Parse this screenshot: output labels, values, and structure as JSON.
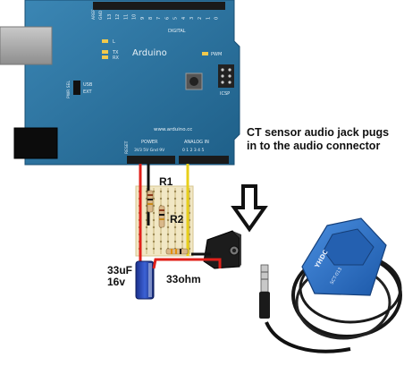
{
  "board": {
    "brand": "Arduino",
    "url": "www.arduino.cc",
    "aref": "AREF",
    "gnd": "GND",
    "digital": "DIGITAL",
    "digital_pins": [
      "13",
      "12",
      "11",
      "10",
      "9",
      "8",
      "7",
      "6",
      "5",
      "4",
      "3",
      "2",
      "1",
      "0"
    ],
    "tx": "TX",
    "rx": "RX",
    "pwm": "PWM",
    "led_l": "L",
    "icsp": "ICSP",
    "usb": "USB",
    "ext": "EXT",
    "pwr_sel": "PWR SEL",
    "reset": "RESET",
    "power": "POWER",
    "power_pins": "3V3 5V Gnd 9V",
    "analog": "ANALOG IN",
    "analog_pins": "0 1 2 3 4 5"
  },
  "labels": {
    "caption": "CT sensor audio jack pugs in to the audio connector",
    "r1": "R1",
    "r2": "R2",
    "capacitor": "33uF 16v",
    "resistor": "33ohm"
  },
  "sensor": {
    "brand": "YHDC",
    "model": "SCT-013"
  },
  "colors": {
    "board": "#2a6f9a",
    "wire_red": "#e0201a",
    "wire_black": "#111111",
    "wire_yellow": "#e8cf1a",
    "clamp": "#2d73c8",
    "capacitor": "#1f3fb0",
    "arrow": "#111111"
  }
}
